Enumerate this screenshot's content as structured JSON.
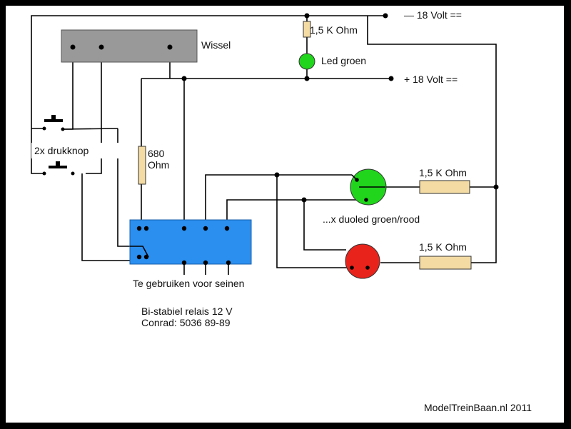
{
  "colors": {
    "background": "#ffffff",
    "frame": "#000000",
    "switch_box": "#999999",
    "relay": "#2b8ff0",
    "resistor": "#f3dba3",
    "led_green": "#21d41c",
    "led_red": "#e8231b"
  },
  "labels": {
    "minus_supply": "—  18 Volt ==",
    "plus_supply": "+  18 Volt ==",
    "wissel": "Wissel",
    "resistor_top": "1,5 K Ohm",
    "led_green": "Led groen",
    "resistor_680_line1": "680",
    "resistor_680_line2": "Ohm",
    "push_buttons": "2x drukknop",
    "resistor_right_upper": "1,5 K Ohm",
    "duoled": "...x duoled groen/rood",
    "resistor_right_lower": "1,5 K Ohm",
    "signal_use": "Te gebruiken voor seinen",
    "relay_line1": "Bi-stabiel relais 12 V",
    "relay_line2": "Conrad: 5036 89-89",
    "credit": "ModelTreinBaan.nl 2011"
  }
}
